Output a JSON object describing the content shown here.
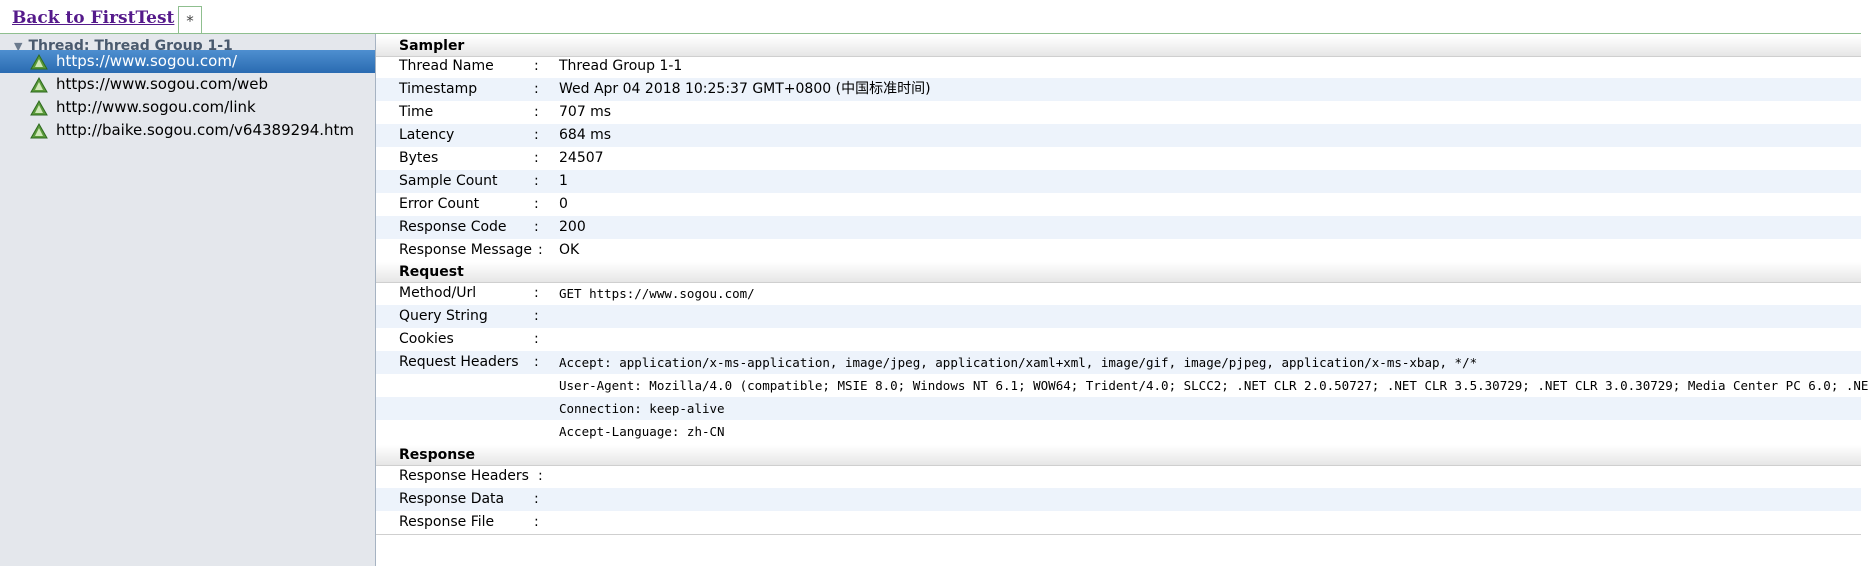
{
  "topbar": {
    "back_link": "Back to FirstTest",
    "tab_label": "*"
  },
  "tree": {
    "thread_label": "Thread: Thread Group 1-1",
    "items": [
      {
        "label": "https://www.sogou.com/"
      },
      {
        "label": "https://www.sogou.com/web"
      },
      {
        "label": "http://www.sogou.com/link"
      },
      {
        "label": "http://baike.sogou.com/v64389294.htm"
      }
    ],
    "selected_index": 0
  },
  "sampler": {
    "title": "Sampler",
    "rows": [
      {
        "key": "Thread Name",
        "value": "Thread Group 1-1"
      },
      {
        "key": "Timestamp",
        "value": "Wed Apr 04 2018 10:25:37 GMT+0800 (中国标准时间)"
      },
      {
        "key": "Time",
        "value": "707 ms"
      },
      {
        "key": "Latency",
        "value": "684 ms"
      },
      {
        "key": "Bytes",
        "value": "24507"
      },
      {
        "key": "Sample Count",
        "value": "1"
      },
      {
        "key": "Error Count",
        "value": "0"
      },
      {
        "key": "Response Code",
        "value": "200"
      },
      {
        "key": "Response Message",
        "value": "OK"
      }
    ]
  },
  "request": {
    "title": "Request",
    "method_url": {
      "key": "Method/Url",
      "value": "GET https://www.sogou.com/"
    },
    "query_string": {
      "key": "Query String",
      "value": ""
    },
    "cookies": {
      "key": "Cookies",
      "value": ""
    },
    "headers_key": "Request Headers",
    "headers": [
      "Accept: application/x-ms-application, image/jpeg, application/xaml+xml, image/gif, image/pjpeg, application/x-ms-xbap, */*",
      "User-Agent: Mozilla/4.0 (compatible; MSIE 8.0; Windows NT 6.1; WOW64; Trident/4.0; SLCC2; .NET CLR 2.0.50727; .NET CLR 3.5.30729; .NET CLR 3.0.30729; Media Center PC 6.0; .NE",
      "Connection: keep-alive",
      "Accept-Language: zh-CN"
    ]
  },
  "response": {
    "title": "Response",
    "rows": [
      {
        "key": "Response Headers",
        "value": ""
      },
      {
        "key": "Response Data",
        "value": ""
      },
      {
        "key": "Response File",
        "value": ""
      }
    ]
  },
  "icons": {
    "tree_item": "success-sampler-icon",
    "thread_toggle": "triangle-down-icon"
  },
  "colors": {
    "selected_bg": "#2f72b8",
    "panel_bg": "#e4e7ec",
    "alt_row": "#edf3fb",
    "link": "#551a8b"
  }
}
